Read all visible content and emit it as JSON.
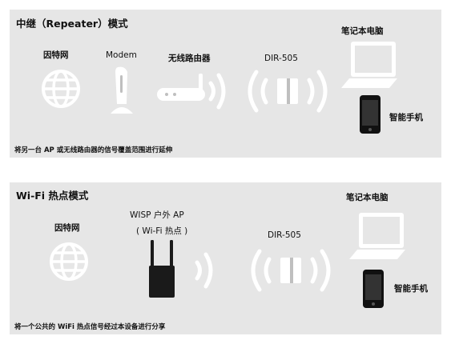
{
  "repeater": {
    "title": "中继（Repeater）模式",
    "internet": "因特网",
    "modem": "Modem",
    "router": "无线路由器",
    "device": "DIR-505",
    "laptop": "笔记本电脑",
    "phone": "智能手机",
    "caption": "将另一台 AP 或无线路由器的信号覆盖范围进行延伸"
  },
  "hotspot": {
    "title": "Wi-Fi 热点模式",
    "internet": "因特网",
    "ap_line1": "WISP 户外 AP",
    "ap_line2": "( Wi-Fi 热点 )",
    "device": "DIR-505",
    "laptop": "笔记本电脑",
    "phone": "智能手机",
    "caption": "将一个公共的 WiFi 热点信号经过本设备进行分享"
  },
  "colors": {
    "panel_bg": "#e6e6e6",
    "icon_white": "#ffffff",
    "device_dark": "#1a1a1a"
  }
}
